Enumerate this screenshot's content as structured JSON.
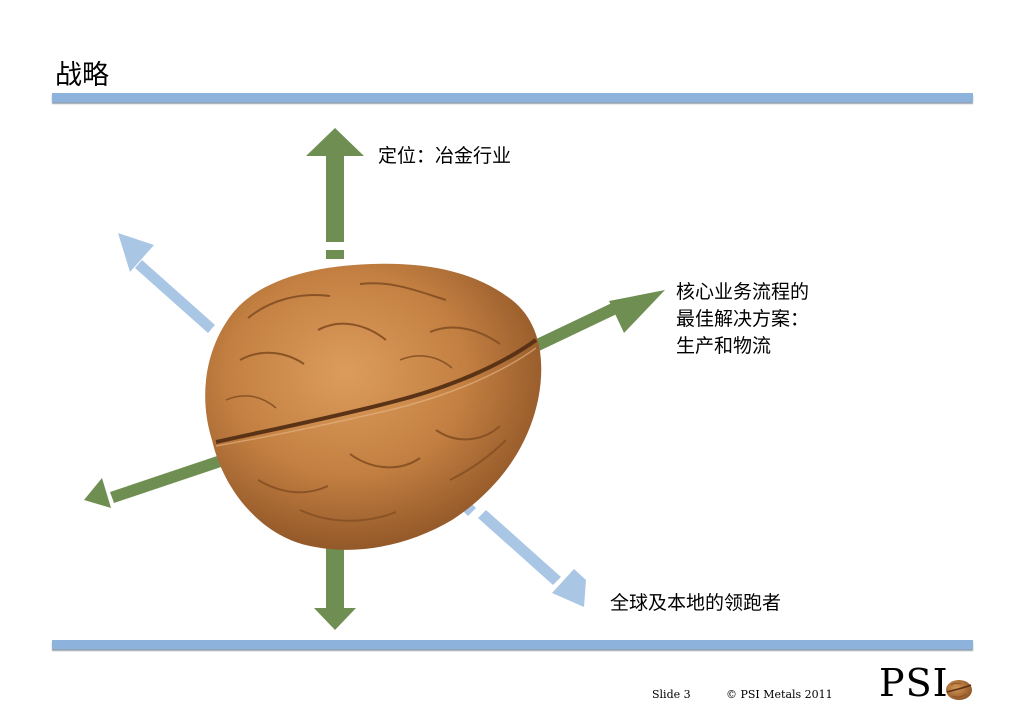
{
  "slide": {
    "title": "战略"
  },
  "diagram": {
    "label_top": "定位：冶金行业",
    "label_right": [
      "核心业务流程的",
      "最佳解决方案：",
      "生产和物流"
    ],
    "label_bottom": "全球及本地的领跑者",
    "colors": {
      "green_arrow": "#6f8f52",
      "blue_arrow": "#a9c6e4",
      "rule": "#8db3dc",
      "walnut": "#c98a4a"
    },
    "icons": [
      "walnut-icon"
    ]
  },
  "footer": {
    "slide_label": "Slide 3",
    "copyright": "© PSI Metals 2011",
    "logo": "PSI"
  }
}
